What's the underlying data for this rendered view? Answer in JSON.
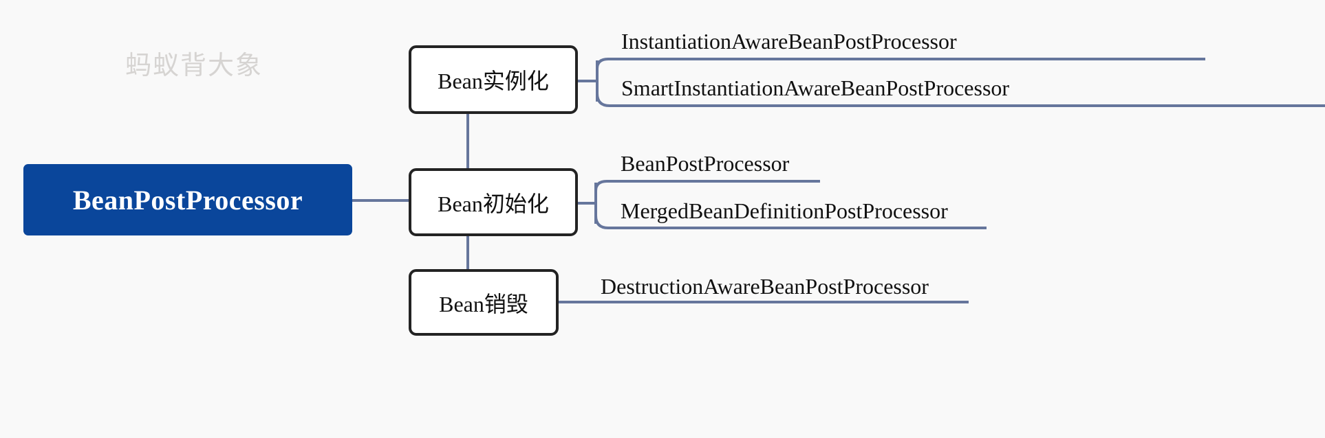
{
  "diagram": {
    "type": "mind-map",
    "background_color": "#f9f9f9",
    "root": {
      "label": "BeanPostProcessor",
      "fill_color": "#0a469b",
      "text_color": "#ffffff"
    },
    "watermark": {
      "text": "蚂蚁背大象",
      "color": "#d6d4d2"
    },
    "connector_color": "#66769c",
    "branch_border_color": "#232323",
    "branches": [
      {
        "label": "Bean实例化",
        "leaves": [
          {
            "label": "InstantiationAwareBeanPostProcessor"
          },
          {
            "label": "SmartInstantiationAwareBeanPostProcessor"
          }
        ]
      },
      {
        "label": "Bean初始化",
        "leaves": [
          {
            "label": "BeanPostProcessor"
          },
          {
            "label": "MergedBeanDefinitionPostProcessor"
          }
        ]
      },
      {
        "label": "Bean销毁",
        "leaves": [
          {
            "label": "DestructionAwareBeanPostProcessor"
          }
        ]
      }
    ]
  }
}
